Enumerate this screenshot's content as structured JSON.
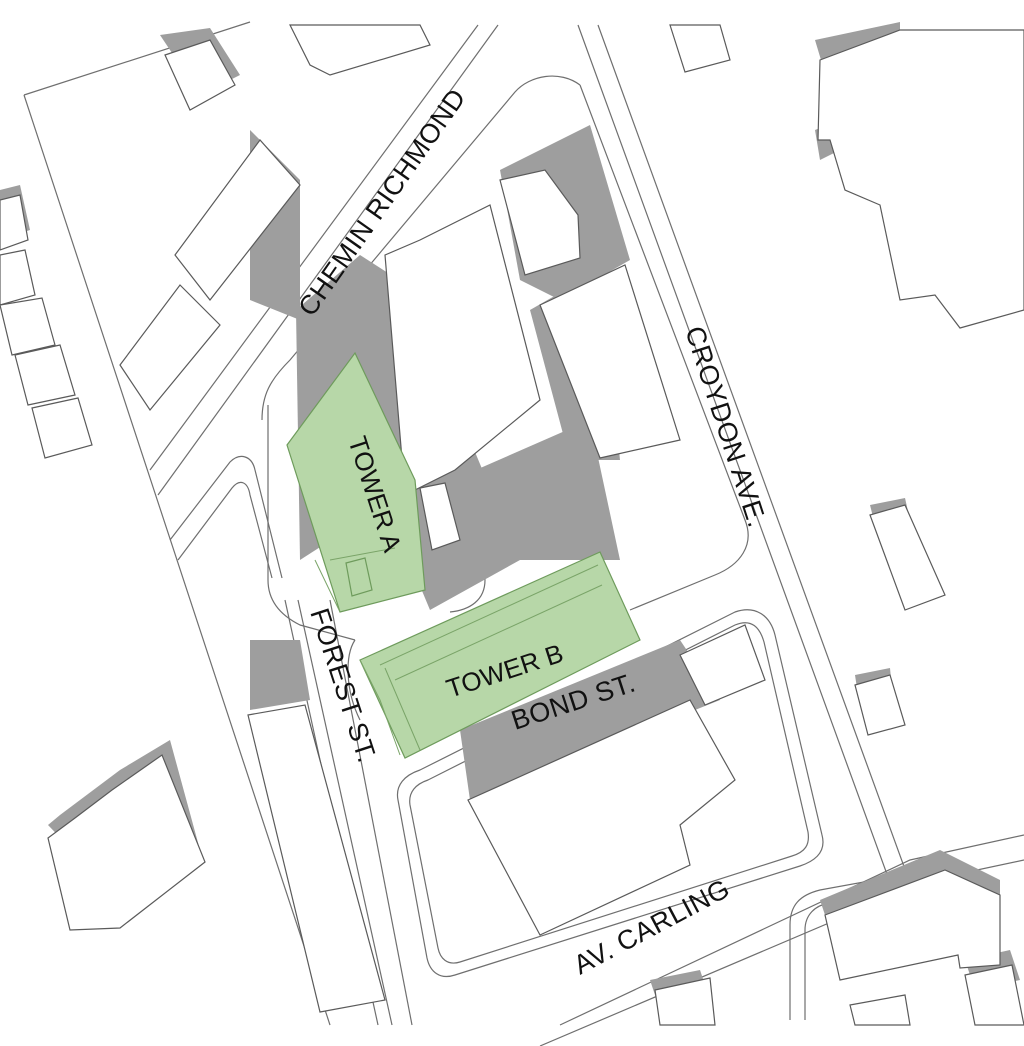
{
  "colors": {
    "background": "#ffffff",
    "road_line": "#6f6f6f",
    "building_fill": "#ffffff",
    "building_outline": "#5a5a5a",
    "shadow": "#9e9e9e",
    "tower_fill": "#b7d7a8",
    "tower_outline": "#6e9b5c"
  },
  "streets": {
    "chemin_richmond": "CHEMIN RICHMOND",
    "croydon_ave": "CROYDON AVE.",
    "forest_st": "FOREST ST.",
    "bond_st": "BOND ST.",
    "av_carling": "AV. CARLING"
  },
  "towers": {
    "tower_a": "TOWER A",
    "tower_b": "TOWER B"
  }
}
